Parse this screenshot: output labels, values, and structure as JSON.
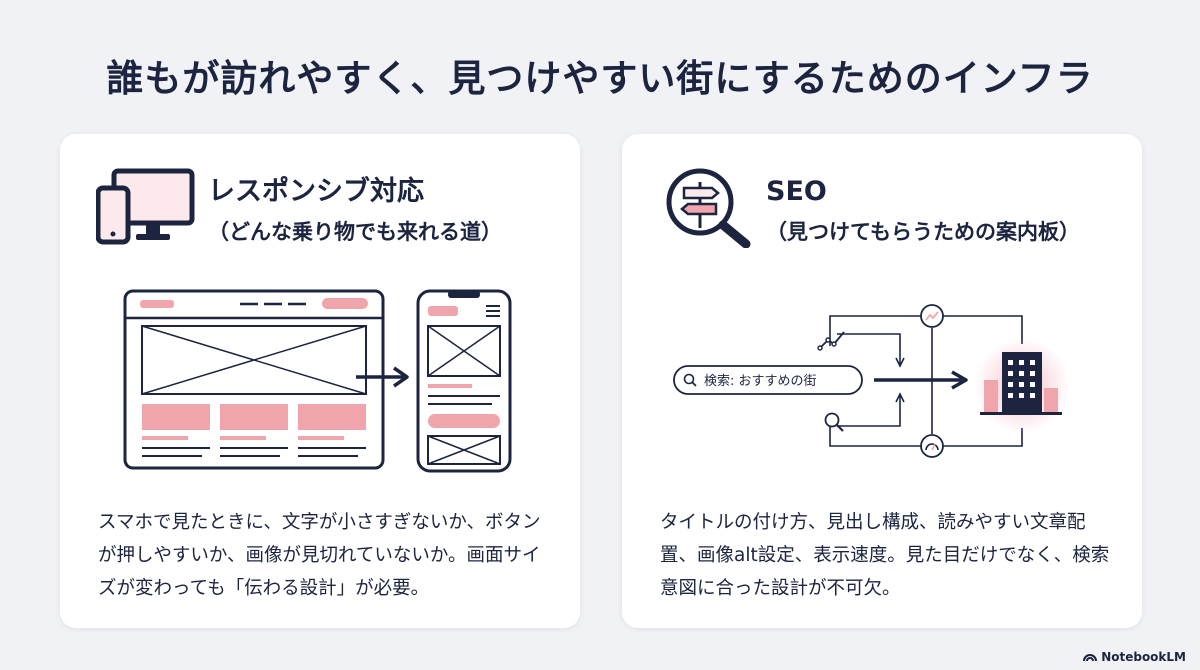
{
  "title": "誰もが訪れやすく、見つけやすい街にするためのインフラ",
  "cards": [
    {
      "icon": "devices-icon",
      "title": "レスポンシブ対応",
      "subtitle": "（どんな乗り物でも来れる道）",
      "description": "スマホで見たときに、文字が小さすぎないか、ボタンが押しやすいか、画像が見切れていないか。画面サイズが変わっても「伝わる設計」が必要。"
    },
    {
      "icon": "search-signpost-icon",
      "title": "SEO",
      "subtitle": "（見つけてもらうための案内板）",
      "description": "タイトルの付け方、見出し構成、読みやすい文章配置、画像alt設定、表示速度。見た目だけでなく、検索意図に合った設計が不可欠。",
      "search_bar_text": "検索: おすすめの街"
    }
  ],
  "brand": "NotebookLM",
  "colors": {
    "navy": "#1c2440",
    "pink": "#f0a5ad",
    "background": "#f1f2f5"
  }
}
